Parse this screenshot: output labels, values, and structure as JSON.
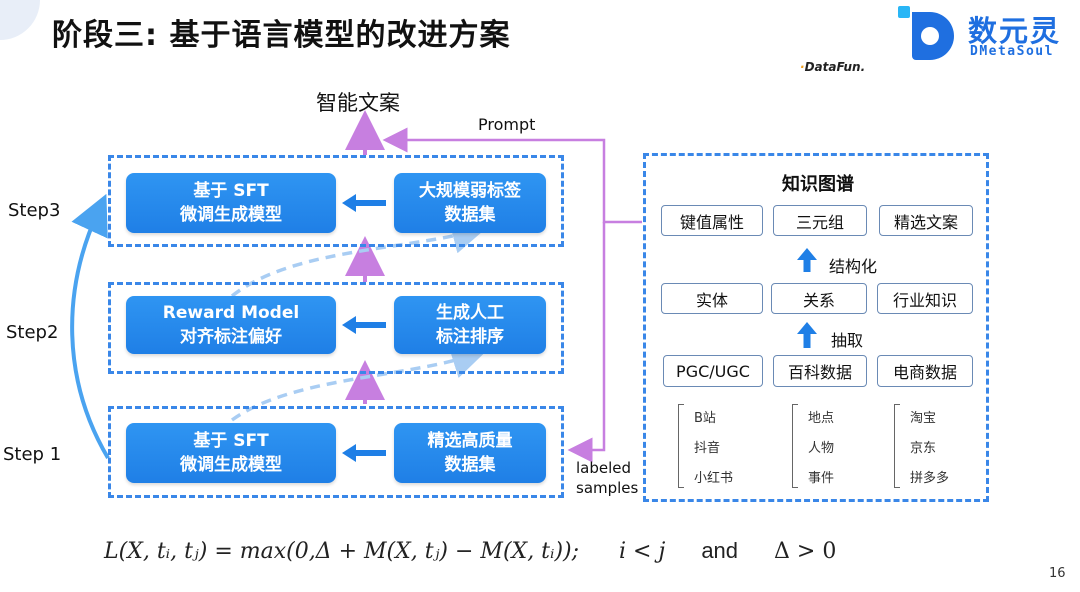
{
  "title": "阶段三: 基于语言模型的改进方案",
  "logo": {
    "name": "数元灵",
    "sub": "DMetaSoul",
    "partner": "DataFun."
  },
  "top_output": "智能文案",
  "prompt_label": "Prompt",
  "labeled_label": "labeled\nsamples",
  "steps": [
    {
      "label": "Step3",
      "left": "基于 SFT\n微调生成模型",
      "right": "大规模弱标签\n数据集"
    },
    {
      "label": "Step2",
      "left": "Reward Model\n对齐标注偏好",
      "right": "生成人工\n标注排序"
    },
    {
      "label": "Step 1",
      "left": "基于 SFT\n微调生成模型",
      "right": "精选高质量\n数据集"
    }
  ],
  "kg": {
    "title": "知识图谱",
    "row_top": [
      "键值属性",
      "三元组",
      "精选文案"
    ],
    "arrow_top": "结构化",
    "row_mid": [
      "实体",
      "关系",
      "行业知识"
    ],
    "arrow_mid": "抽取",
    "row_bot": [
      "PGC/UGC",
      "百科数据",
      "电商数据"
    ],
    "sources": [
      [
        "B站",
        "抖音",
        "小红书"
      ],
      [
        "地点",
        "人物",
        "事件"
      ],
      [
        "淘宝",
        "京东",
        "拼多多"
      ]
    ]
  },
  "formula": {
    "loss": "L(X, tᵢ, tⱼ) = max(0,Δ + M(X, tⱼ) − M(X, tᵢ));",
    "cond1": "i < j",
    "and": "and",
    "cond2": "Δ > 0"
  },
  "page_number": "16",
  "colors": {
    "accent": "#1f7fe6",
    "dash": "#3a87e8",
    "purple": "#c77fe0",
    "dotted": "#a9cdf3"
  }
}
